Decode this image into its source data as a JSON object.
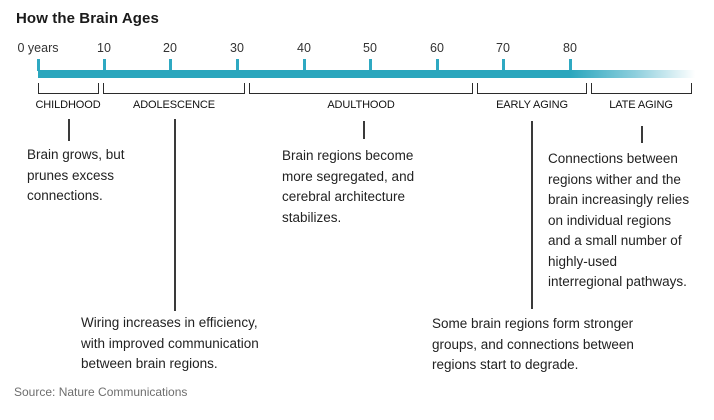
{
  "title": "How the Brain Ages",
  "source": "Source: Nature Communications",
  "colors": {
    "bar_teal": "#2aa6bd",
    "tick_teal": "#2fa9c2",
    "bracket_line": "#2b2b2b",
    "note_text": "#222222",
    "source_gray": "#6e6e6e"
  },
  "axis": {
    "ticks": [
      "0 years",
      "10",
      "20",
      "30",
      "40",
      "50",
      "60",
      "70",
      "80"
    ]
  },
  "stages": [
    {
      "label": "CHILDHOOD",
      "approx_years": "0-10",
      "note": "Brain grows, but\nprunes excess\nconnections."
    },
    {
      "label": "ADOLESCENCE",
      "approx_years": "10-31",
      "note": "Wiring increases in efficiency,\nwith improved communication\nbetween brain regions."
    },
    {
      "label": "ADULTHOOD",
      "approx_years": "32-65",
      "note": "Brain regions become\nmore segregated, and\ncerebral architecture\nstabilizes."
    },
    {
      "label": "EARLY AGING",
      "approx_years": "66-82",
      "note": "Some brain regions form stronger\ngroups, and connections between\nregions start to degrade."
    },
    {
      "label": "LATE AGING",
      "approx_years": "83+",
      "note": "Connections between\nregions wither and the\nbrain increasingly relies\non individual regions\nand a small number of\nhighly-used\ninterregional pathways."
    }
  ]
}
